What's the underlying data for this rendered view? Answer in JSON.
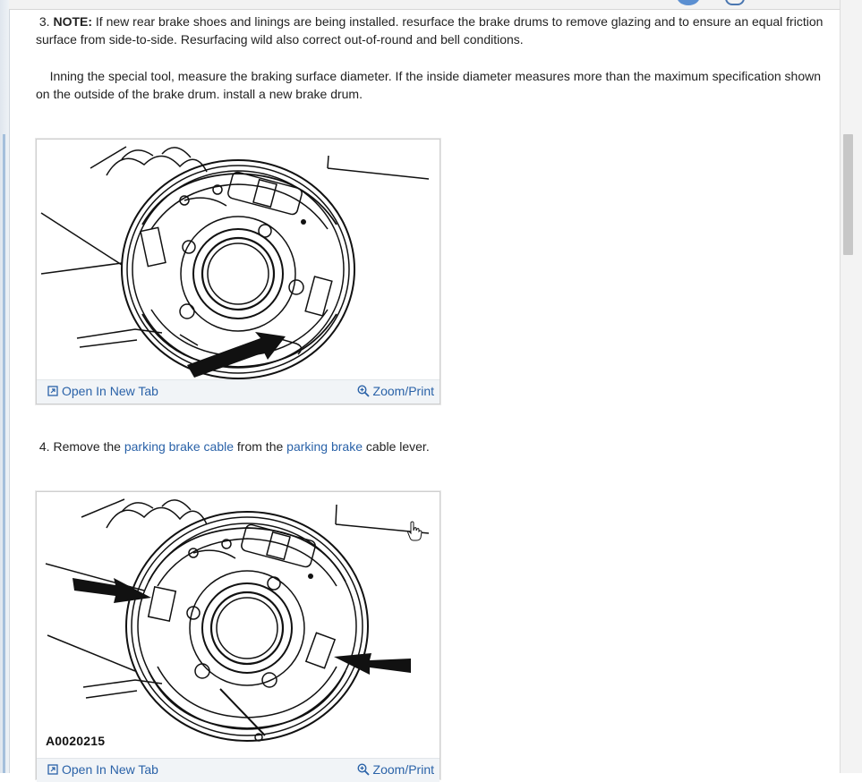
{
  "steps": [
    {
      "number": "3.",
      "note_label": "NOTE:",
      "text": " If new rear brake shoes and linings are being installed. resurface the brake drums to remove glazing and to ensure an equal friction surface from side-to-side. Resurfacing wild also correct out-of-round and bell conditions."
    },
    {
      "text": "Inning the special tool, measure the braking surface diameter. If the inside diameter measures more than the maximum specification shown on the outside of the brake drum. install a new brake drum."
    },
    {
      "number": "4.",
      "text_before": " Remove the ",
      "link1": "parking brake cable",
      "text_mid": " from the ",
      "link2": "parking brake",
      "text_after": " cable lever."
    }
  ],
  "figures": [
    {
      "open_label": "Open In New Tab",
      "zoom_label": "Zoom/Print"
    },
    {
      "caption": "A0020215",
      "open_label": "Open In New Tab",
      "zoom_label": "Zoom/Print"
    }
  ],
  "colors": {
    "link": "#2a62a8",
    "scrollbar_thumb": "#c7c7c7"
  },
  "icons": [
    "open-in-new-tab-icon",
    "zoom-icon",
    "hand-cursor-icon"
  ]
}
